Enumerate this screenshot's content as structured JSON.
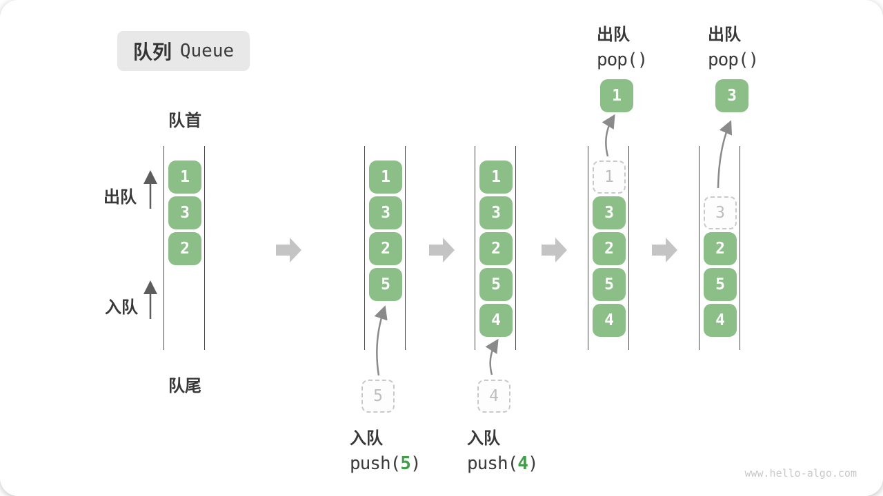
{
  "title": {
    "zh": "队列",
    "en": "Queue"
  },
  "labels": {
    "front": "队首",
    "rear": "队尾",
    "dequeue_side": "出队",
    "enqueue_side": "入队"
  },
  "columns": [
    {
      "cells": [
        "1",
        "3",
        "2"
      ]
    },
    {
      "cells": [
        "1",
        "3",
        "2",
        "5"
      ],
      "ghost": "5",
      "op": {
        "zh": "入队",
        "pre": "push(",
        "arg": "5",
        "post": ")"
      }
    },
    {
      "cells": [
        "1",
        "3",
        "2",
        "5",
        "4"
      ],
      "ghost": "4",
      "op": {
        "zh": "入队",
        "pre": "push(",
        "arg": "4",
        "post": ")"
      }
    },
    {
      "cells": [
        "3",
        "2",
        "5",
        "4"
      ],
      "ghost": "1",
      "float": "1",
      "op": {
        "zh": "出队",
        "code": "pop()"
      }
    },
    {
      "cells": [
        "2",
        "5",
        "4"
      ],
      "ghost": "3",
      "float": "3",
      "op": {
        "zh": "出队",
        "code": "pop()"
      }
    }
  ],
  "colors": {
    "cell_green": "#8CBE88",
    "op_arg_green": "#3F9E47",
    "block_arrow_gray": "#c4c4c4",
    "curve_arrow_gray": "#8a8a8a",
    "badge_bg": "#e8e8e8"
  },
  "watermark": "www.hello-algo.com"
}
